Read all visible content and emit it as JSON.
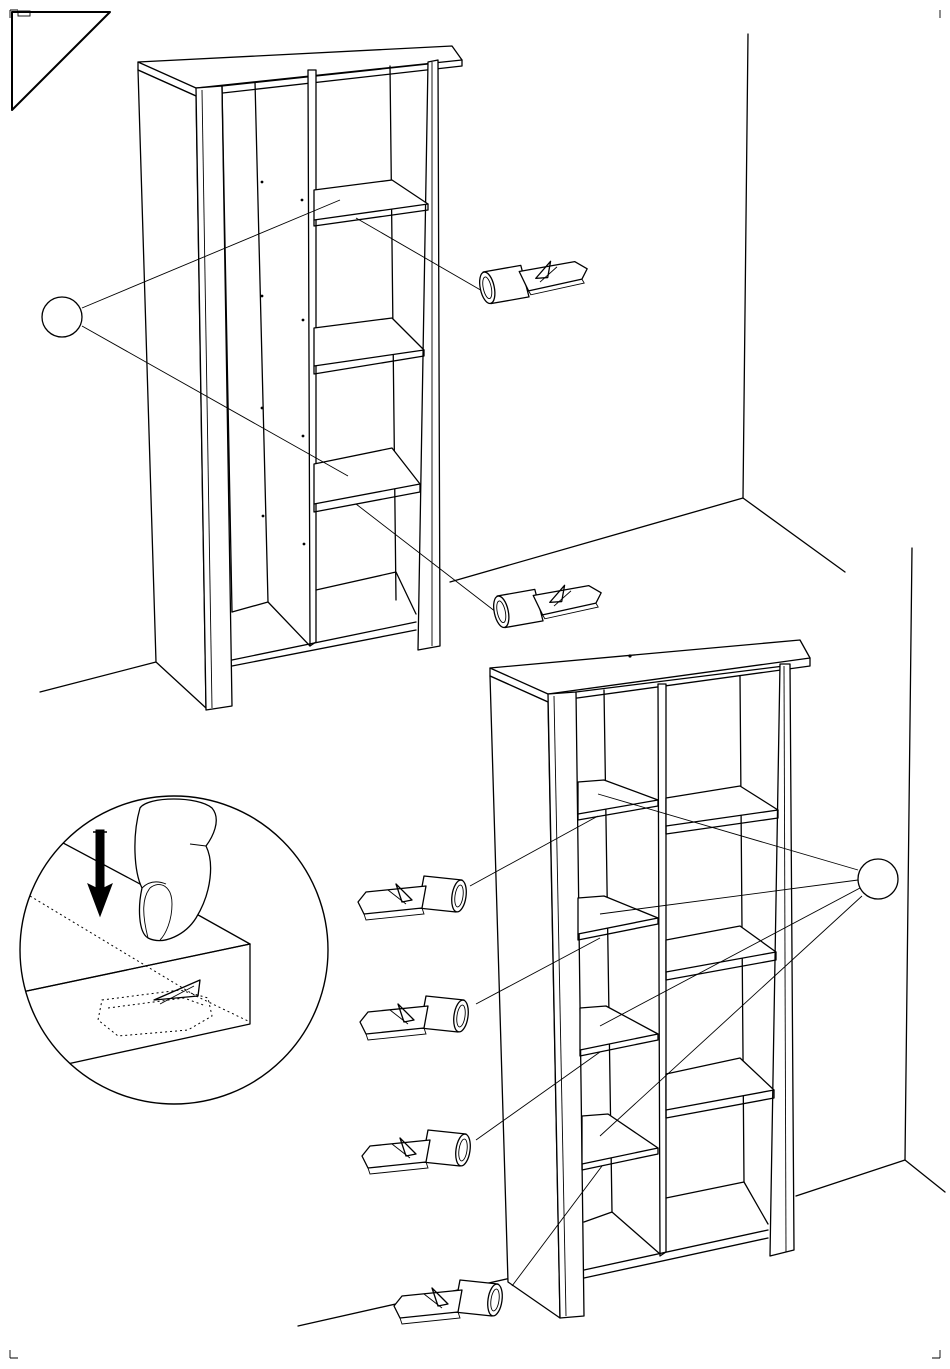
{
  "diagram": {
    "step_indicator": "corner-triangle",
    "icons": {
      "callout_marker": "circle-callout-icon",
      "shelf_support": "shelf-pin-icon",
      "press_arrow": "arrow-down-icon",
      "hand": "finger-press-icon"
    },
    "colors": {
      "line": "#000000",
      "background": "#ffffff"
    },
    "scenes": [
      {
        "name": "narrow-bookcase",
        "shelves": 4,
        "callouts": 1,
        "supports_shown": 2
      },
      {
        "name": "wide-bookcase",
        "shelves": 4,
        "callouts": 1,
        "supports_shown": 4
      },
      {
        "name": "detail-insert-support",
        "action": "press-down"
      }
    ]
  }
}
